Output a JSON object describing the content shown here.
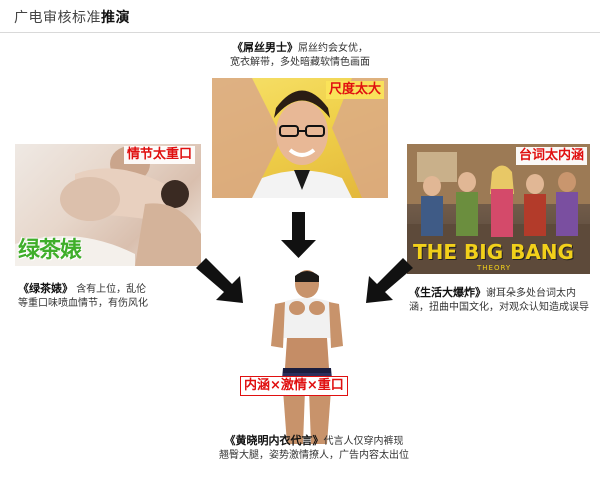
{
  "header": {
    "title_light": "广电审核标准",
    "title_bold": "推演"
  },
  "top": {
    "name": "《屌丝男士》",
    "desc_line1": "屌丝约会女优，",
    "desc_line2": "宽衣解带，多处暗藏软情色画面",
    "tag": "尺度太大"
  },
  "left": {
    "name": "《绿茶婊》",
    "desc_line1": "含有上位，乱伦",
    "desc_line2": "等重口味喷血情节，有伤风化",
    "tag": "情节太重口",
    "logo": "绿茶婊"
  },
  "right": {
    "name": "《生活大爆炸》",
    "desc_line1": "谢耳朵多处台词太内",
    "desc_line2": "涵，扭曲中国文化，对观众认知造成误导",
    "tag": "台词太内涵",
    "logo": "THE BIG BANG",
    "logo_sub": "THEORY"
  },
  "bottom": {
    "name": "《黄晓明内衣代言》",
    "desc_line1": "代言人仅穿内裤现",
    "desc_line2": "翘臀大腿，姿势激情撩人，广告内容太出位",
    "tag": "内涵×激情×重口"
  },
  "colors": {
    "tag_red": "#e01010",
    "arrow": "#111111",
    "logo_green": "#3fae2a",
    "bbt_yellow": "#f2d01a"
  }
}
